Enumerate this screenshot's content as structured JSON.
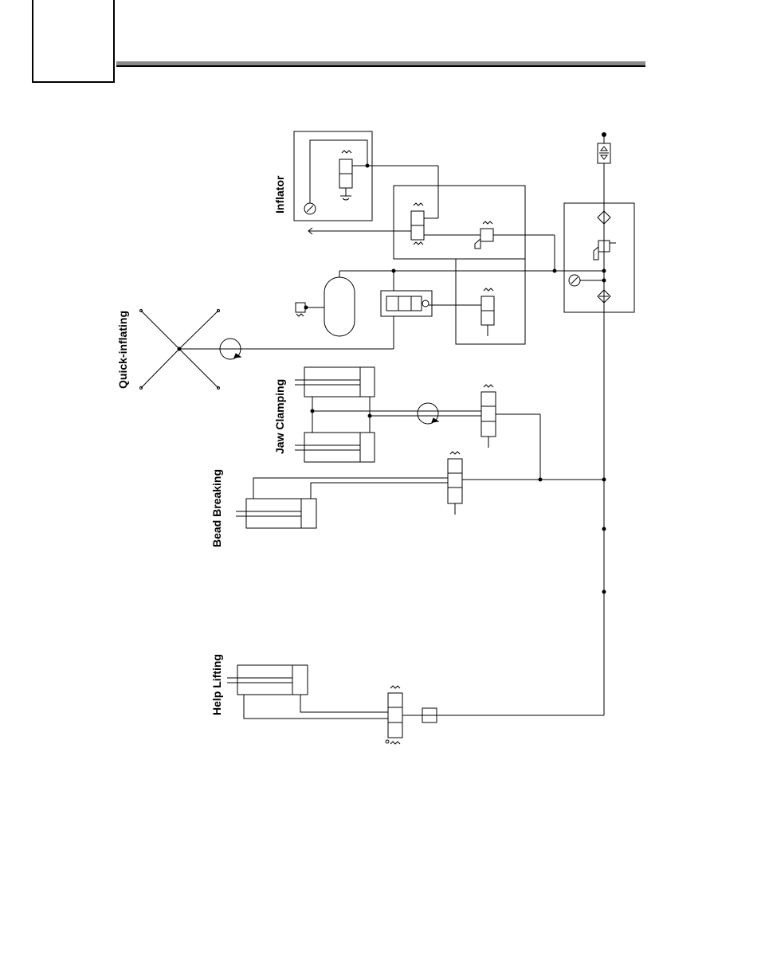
{
  "labels": {
    "inflator": "Inflator",
    "quick_inflating": "Quick-inflating",
    "jaw_clamping": "Jaw Clamping",
    "bead_breaking": "Bead Breaking",
    "help_lifting": "Help Lifting"
  },
  "colors": {
    "line": "#000000",
    "header_rule": "#8a8a8a"
  }
}
